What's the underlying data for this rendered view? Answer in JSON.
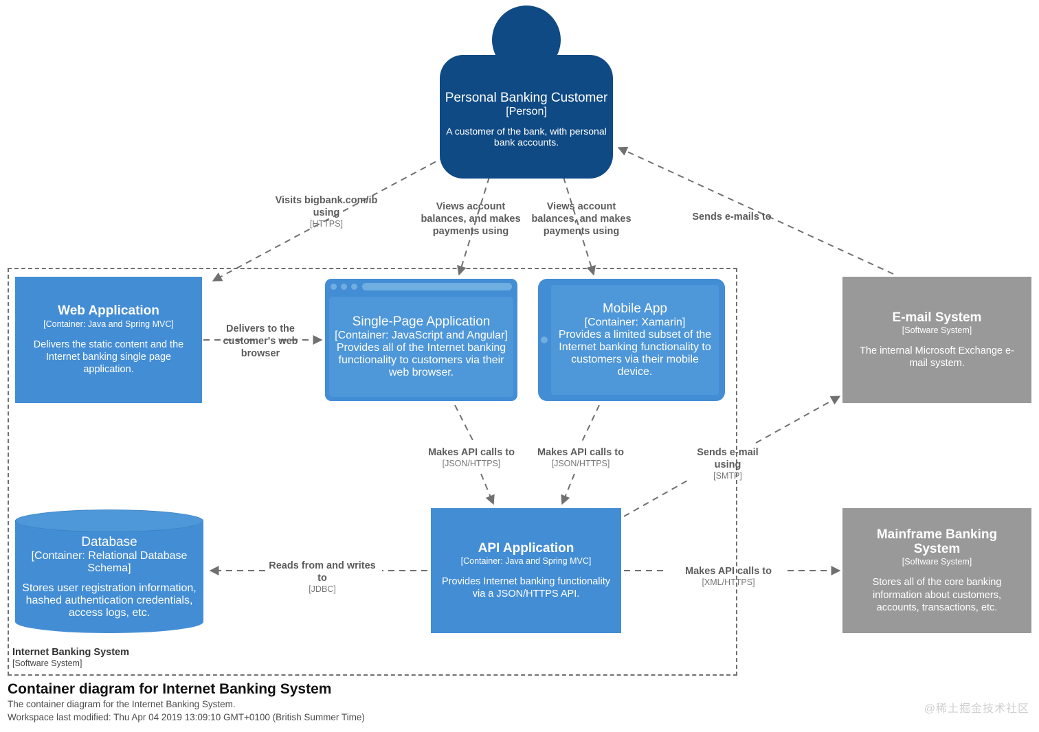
{
  "diagram": {
    "title": "Container diagram for Internet Banking System",
    "subtitle": "The container diagram for the Internet Banking System.",
    "last_modified": "Workspace last modified: Thu Apr 04 2019 13:09:10 GMT+0100 (British Summer Time)",
    "watermark": "@稀土掘金技术社区",
    "colors": {
      "person": "#0F4A84",
      "container": "#438DD5",
      "external_system": "#999999",
      "edge": "#707070",
      "boundary": "#707070"
    }
  },
  "boundary": {
    "name": "Internet Banking System",
    "type": "[Software System]"
  },
  "nodes": {
    "person": {
      "title": "Personal Banking Customer",
      "type": "[Person]",
      "description": "A customer of the bank, with personal bank accounts."
    },
    "web_application": {
      "title": "Web Application",
      "type": "[Container: Java and Spring MVC]",
      "description": "Delivers the static content and the Internet banking single page application."
    },
    "single_page_application": {
      "title": "Single-Page Application",
      "type": "[Container: JavaScript and Angular]",
      "description": "Provides all of the Internet banking functionality to customers via their web browser."
    },
    "mobile_app": {
      "title": "Mobile App",
      "type": "[Container: Xamarin]",
      "description": "Provides a limited subset of the Internet banking functionality to customers via their mobile device."
    },
    "api_application": {
      "title": "API Application",
      "type": "[Container: Java and Spring MVC]",
      "description": "Provides Internet banking functionality via a JSON/HTTPS API."
    },
    "database": {
      "title": "Database",
      "type": "[Container: Relational Database Schema]",
      "description": "Stores user registration information, hashed authentication credentials, access logs, etc."
    },
    "email_system": {
      "title": "E-mail System",
      "type": "[Software System]",
      "description": "The internal Microsoft Exchange e-mail system."
    },
    "mainframe_banking_system": {
      "title": "Mainframe Banking System",
      "type": "[Software System]",
      "description": "Stores all of the core banking information about customers, accounts, transactions, etc."
    }
  },
  "edges": {
    "visits_web_app": {
      "label": "Visits bigbank.com/ib using",
      "technology": "[HTTPS]"
    },
    "views_spa": {
      "label": "Views account balances, and makes payments using",
      "technology": ""
    },
    "views_mobile": {
      "label": "Views account balances, and makes payments using",
      "technology": ""
    },
    "sends_emails_to_person": {
      "label": "Sends e-mails to",
      "technology": ""
    },
    "delivers_to_browser": {
      "label": "Delivers to the customer's web browser",
      "technology": ""
    },
    "spa_api_calls": {
      "label": "Makes API calls to",
      "technology": "[JSON/HTTPS]"
    },
    "mobile_api_calls": {
      "label": "Makes API calls to",
      "technology": "[JSON/HTTPS]"
    },
    "sends_email_using": {
      "label": "Sends e-mail using",
      "technology": "[SMTP]"
    },
    "reads_writes_db": {
      "label": "Reads from and writes to",
      "technology": "[JDBC]"
    },
    "api_calls_mainframe": {
      "label": "Makes API calls to",
      "technology": "[XML/HTTPS]"
    }
  }
}
